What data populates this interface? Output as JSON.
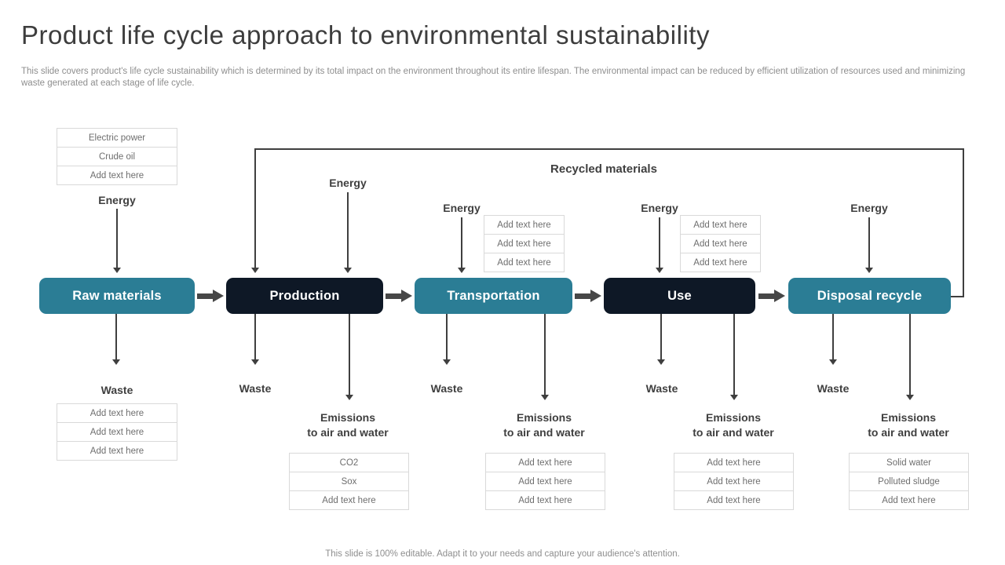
{
  "slide": {
    "title": "Product life cycle approach to environmental sustainability",
    "description": "This slide covers product's life cycle sustainability which is determined by its total impact on the environment throughout its entire lifespan. The environmental impact can be reduced by efficient utilization of resources used and minimizing waste generated at each stage of life cycle.",
    "footer": "This slide is 100% editable. Adapt it to your needs and capture your audience's attention."
  },
  "labels": {
    "energy": "Energy",
    "waste": "Waste",
    "emissions_line1": "Emissions",
    "emissions_line2": "to air and water",
    "recycled": "Recycled materials"
  },
  "stages": [
    {
      "label": "Raw materials",
      "color": "#2b7d95"
    },
    {
      "label": "Production",
      "color": "#0e1826"
    },
    {
      "label": "Transportation",
      "color": "#2b7d95"
    },
    {
      "label": "Use",
      "color": "#0e1826"
    },
    {
      "label": "Disposal recycle",
      "color": "#2b7d95"
    }
  ],
  "inputs": {
    "raw_materials": [
      "Electric power",
      "Crude oil",
      "Add text here"
    ],
    "transportation": [
      "Add text here",
      "Add text here",
      "Add text here"
    ],
    "use": [
      "Add text here",
      "Add text here",
      "Add text here"
    ]
  },
  "waste_outputs": {
    "raw_materials": [
      "Add text here",
      "Add text here",
      "Add text here"
    ]
  },
  "emissions": {
    "production": [
      "CO2",
      "Sox",
      "Add text here"
    ],
    "transportation": [
      "Add text here",
      "Add text here",
      "Add text here"
    ],
    "use": [
      "Add text here",
      "Add text here",
      "Add text here"
    ],
    "disposal": [
      "Solid water",
      "Polluted sludge",
      "Add text here"
    ]
  },
  "colors": {
    "stage_teal": "#2b7d95",
    "stage_dark": "#0e1826",
    "flow_arrow": "#474747",
    "thin_line": "#3f3f3f",
    "cell_border": "#d9d9d9"
  }
}
